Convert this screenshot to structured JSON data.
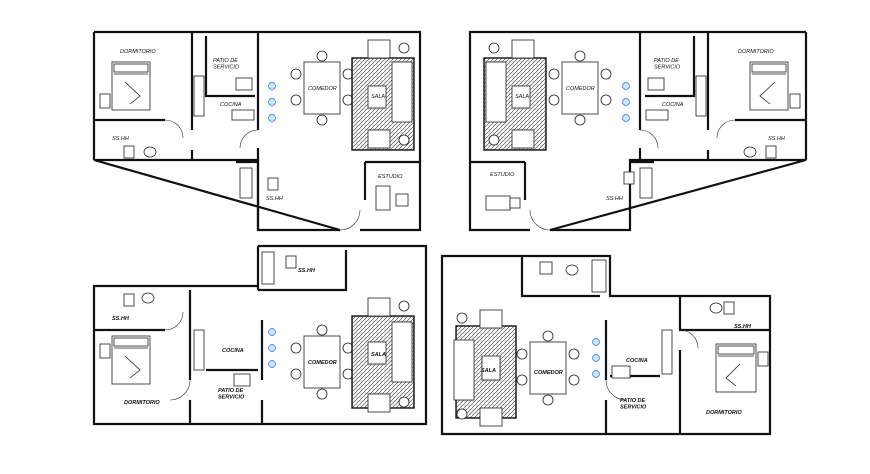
{
  "units": [
    {
      "id": "top-left",
      "labels": {
        "bedroom": "DORMITORIO",
        "service_patio": "PATIO DE\nSERVICIO",
        "kitchen": "COCINA",
        "dining": "COMEDOR",
        "living": "SALA",
        "bath1": "SS.HH",
        "bath2": "SS.HH",
        "study": "ESTUDIO"
      }
    },
    {
      "id": "top-right",
      "labels": {
        "bedroom": "DORMITORIO",
        "service_patio": "PATIO DE\nSERVICIO",
        "kitchen": "COCINA",
        "dining": "COMEDOR",
        "living": "SALA",
        "bath1": "SS.HH",
        "bath2": "SS.HH",
        "study": "ESTUDIO"
      }
    },
    {
      "id": "bottom-left",
      "labels": {
        "bedroom": "DORMITORIO",
        "service_patio": "PATIO DE\nSERVICIO",
        "kitchen": "COCINA",
        "dining": "COMEDOR",
        "living": "SALA",
        "bath1": "SS.HH",
        "bath2": "SS.HH"
      }
    },
    {
      "id": "bottom-right",
      "labels": {
        "bedroom": "DORMITORIO",
        "service_patio": "PATIO DE\nSERVICIO",
        "kitchen": "COCINA",
        "dining": "COMEDOR",
        "living": "SALA",
        "bath1": "SS.HH"
      }
    }
  ],
  "colors": {
    "line": "#111111",
    "lamp": "#4a90e2",
    "background": "#ffffff"
  }
}
